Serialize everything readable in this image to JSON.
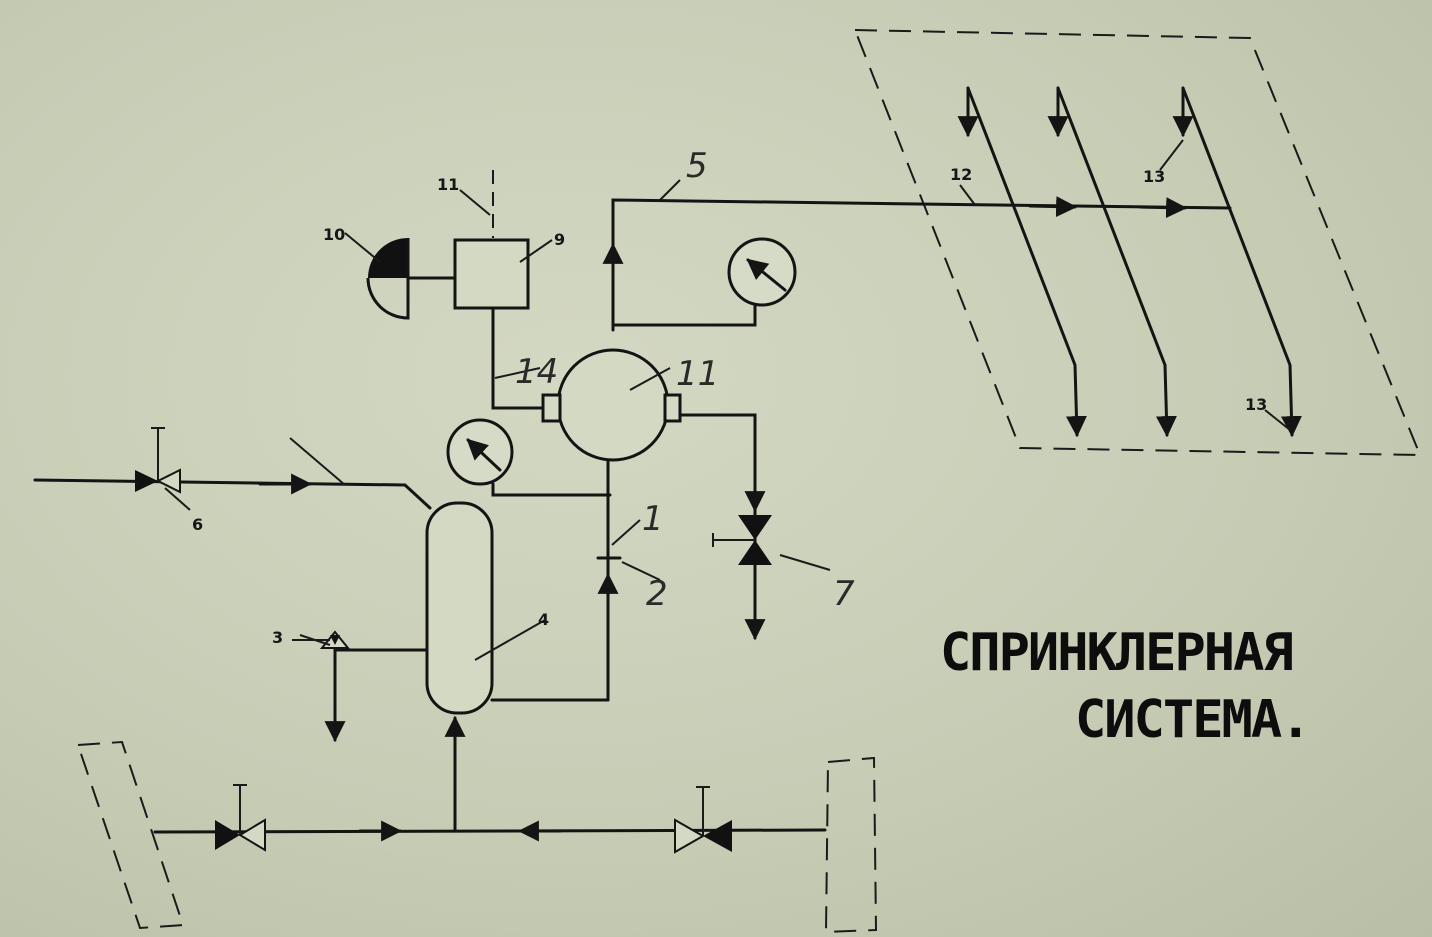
{
  "title": {
    "line1": "СПРИНКЛЕРНАЯ",
    "line2": "СИСТЕМА."
  },
  "labels": {
    "n1": "1",
    "n2": "2",
    "n3": "3",
    "n4": "4",
    "n5": "5",
    "n6": "6",
    "n7": "7",
    "n9": "9",
    "n10": "10",
    "n11_top": "11",
    "n11_valve": "11",
    "n12": "12",
    "n13_a": "13",
    "n13_b": "13",
    "n14": "14"
  }
}
